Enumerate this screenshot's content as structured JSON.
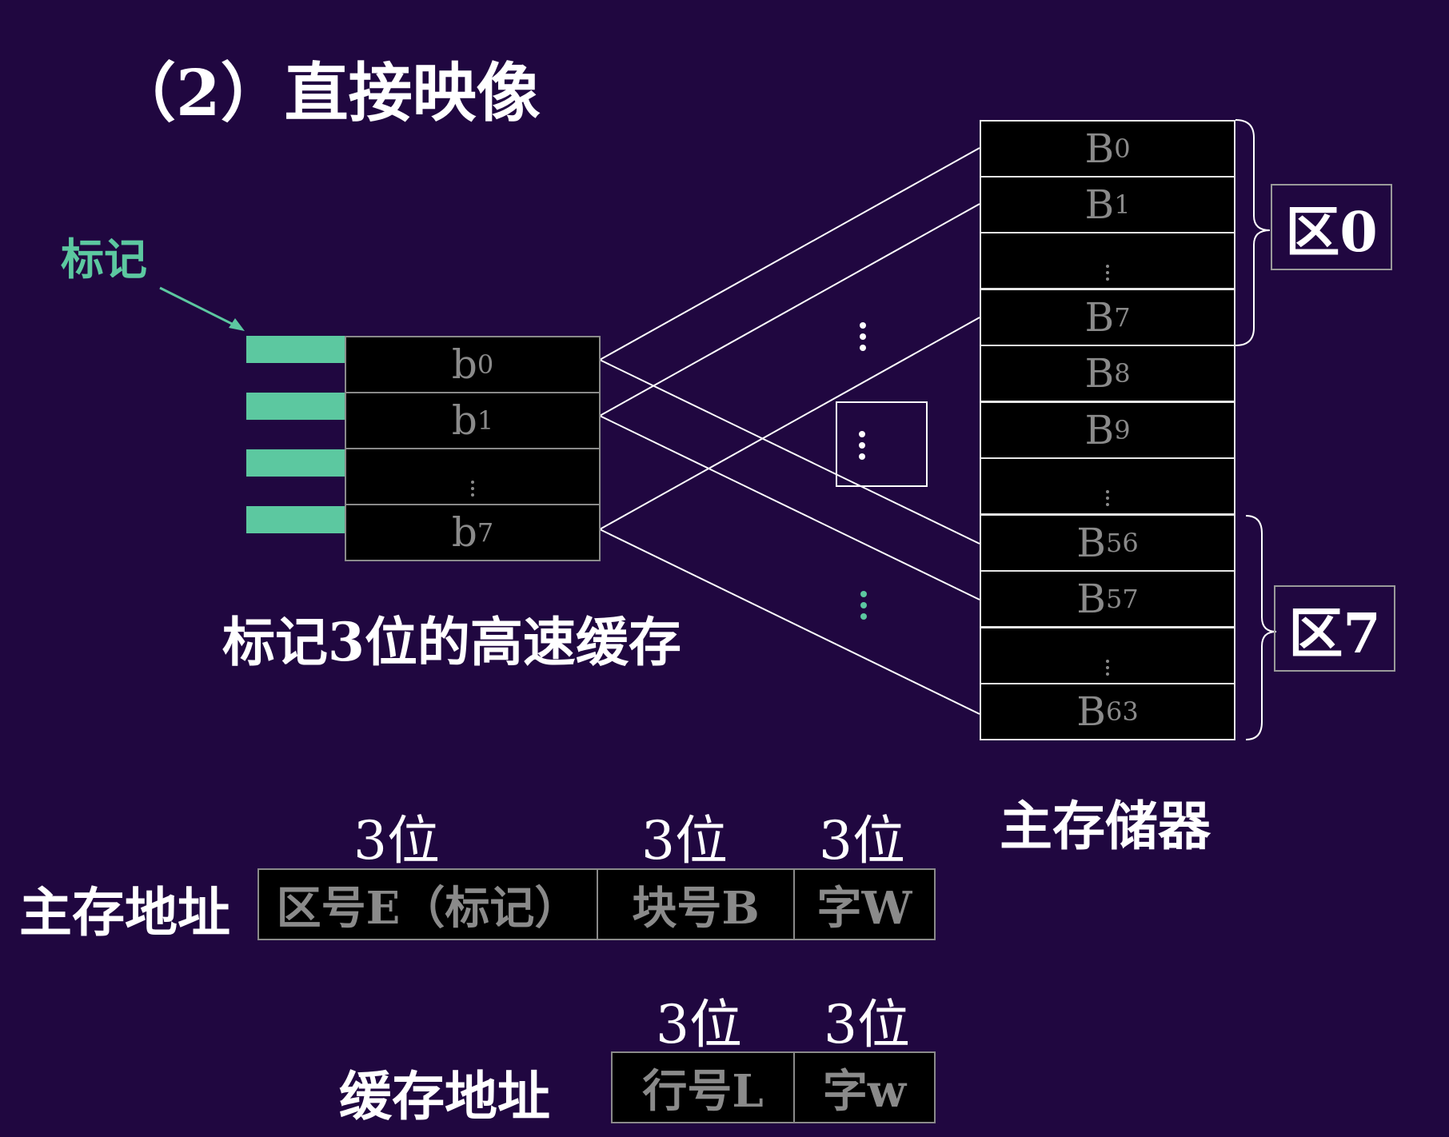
{
  "title": "（2）直接映像",
  "tag_label": "标记",
  "cache": {
    "caption": "标记3位的高速缓存",
    "lines": [
      "b",
      "b",
      "",
      "b"
    ],
    "subs": [
      "0",
      "1",
      "",
      "7"
    ]
  },
  "memory": {
    "caption": "主存储器",
    "blocks": [
      "B",
      "B",
      "",
      "B",
      "B",
      "B",
      "",
      "B",
      "B",
      "",
      "B"
    ],
    "subs": [
      "0",
      "1",
      "",
      "7",
      "8",
      "9",
      "",
      "56",
      "57",
      "",
      "63"
    ],
    "zone0": "区0",
    "zone7": "区7"
  },
  "main_address": {
    "label": "主存地址",
    "fields": [
      "区号E（标记）",
      "块号B",
      "字W"
    ],
    "bits": [
      "3位",
      "3位",
      "3位"
    ]
  },
  "cache_address": {
    "label": "缓存地址",
    "fields": [
      "行号L",
      "字w"
    ],
    "bits": [
      "3位",
      "3位"
    ]
  },
  "colors": {
    "background": "#200740",
    "tag": "#5cc8a0",
    "cell_text": "#8a8a8a"
  }
}
